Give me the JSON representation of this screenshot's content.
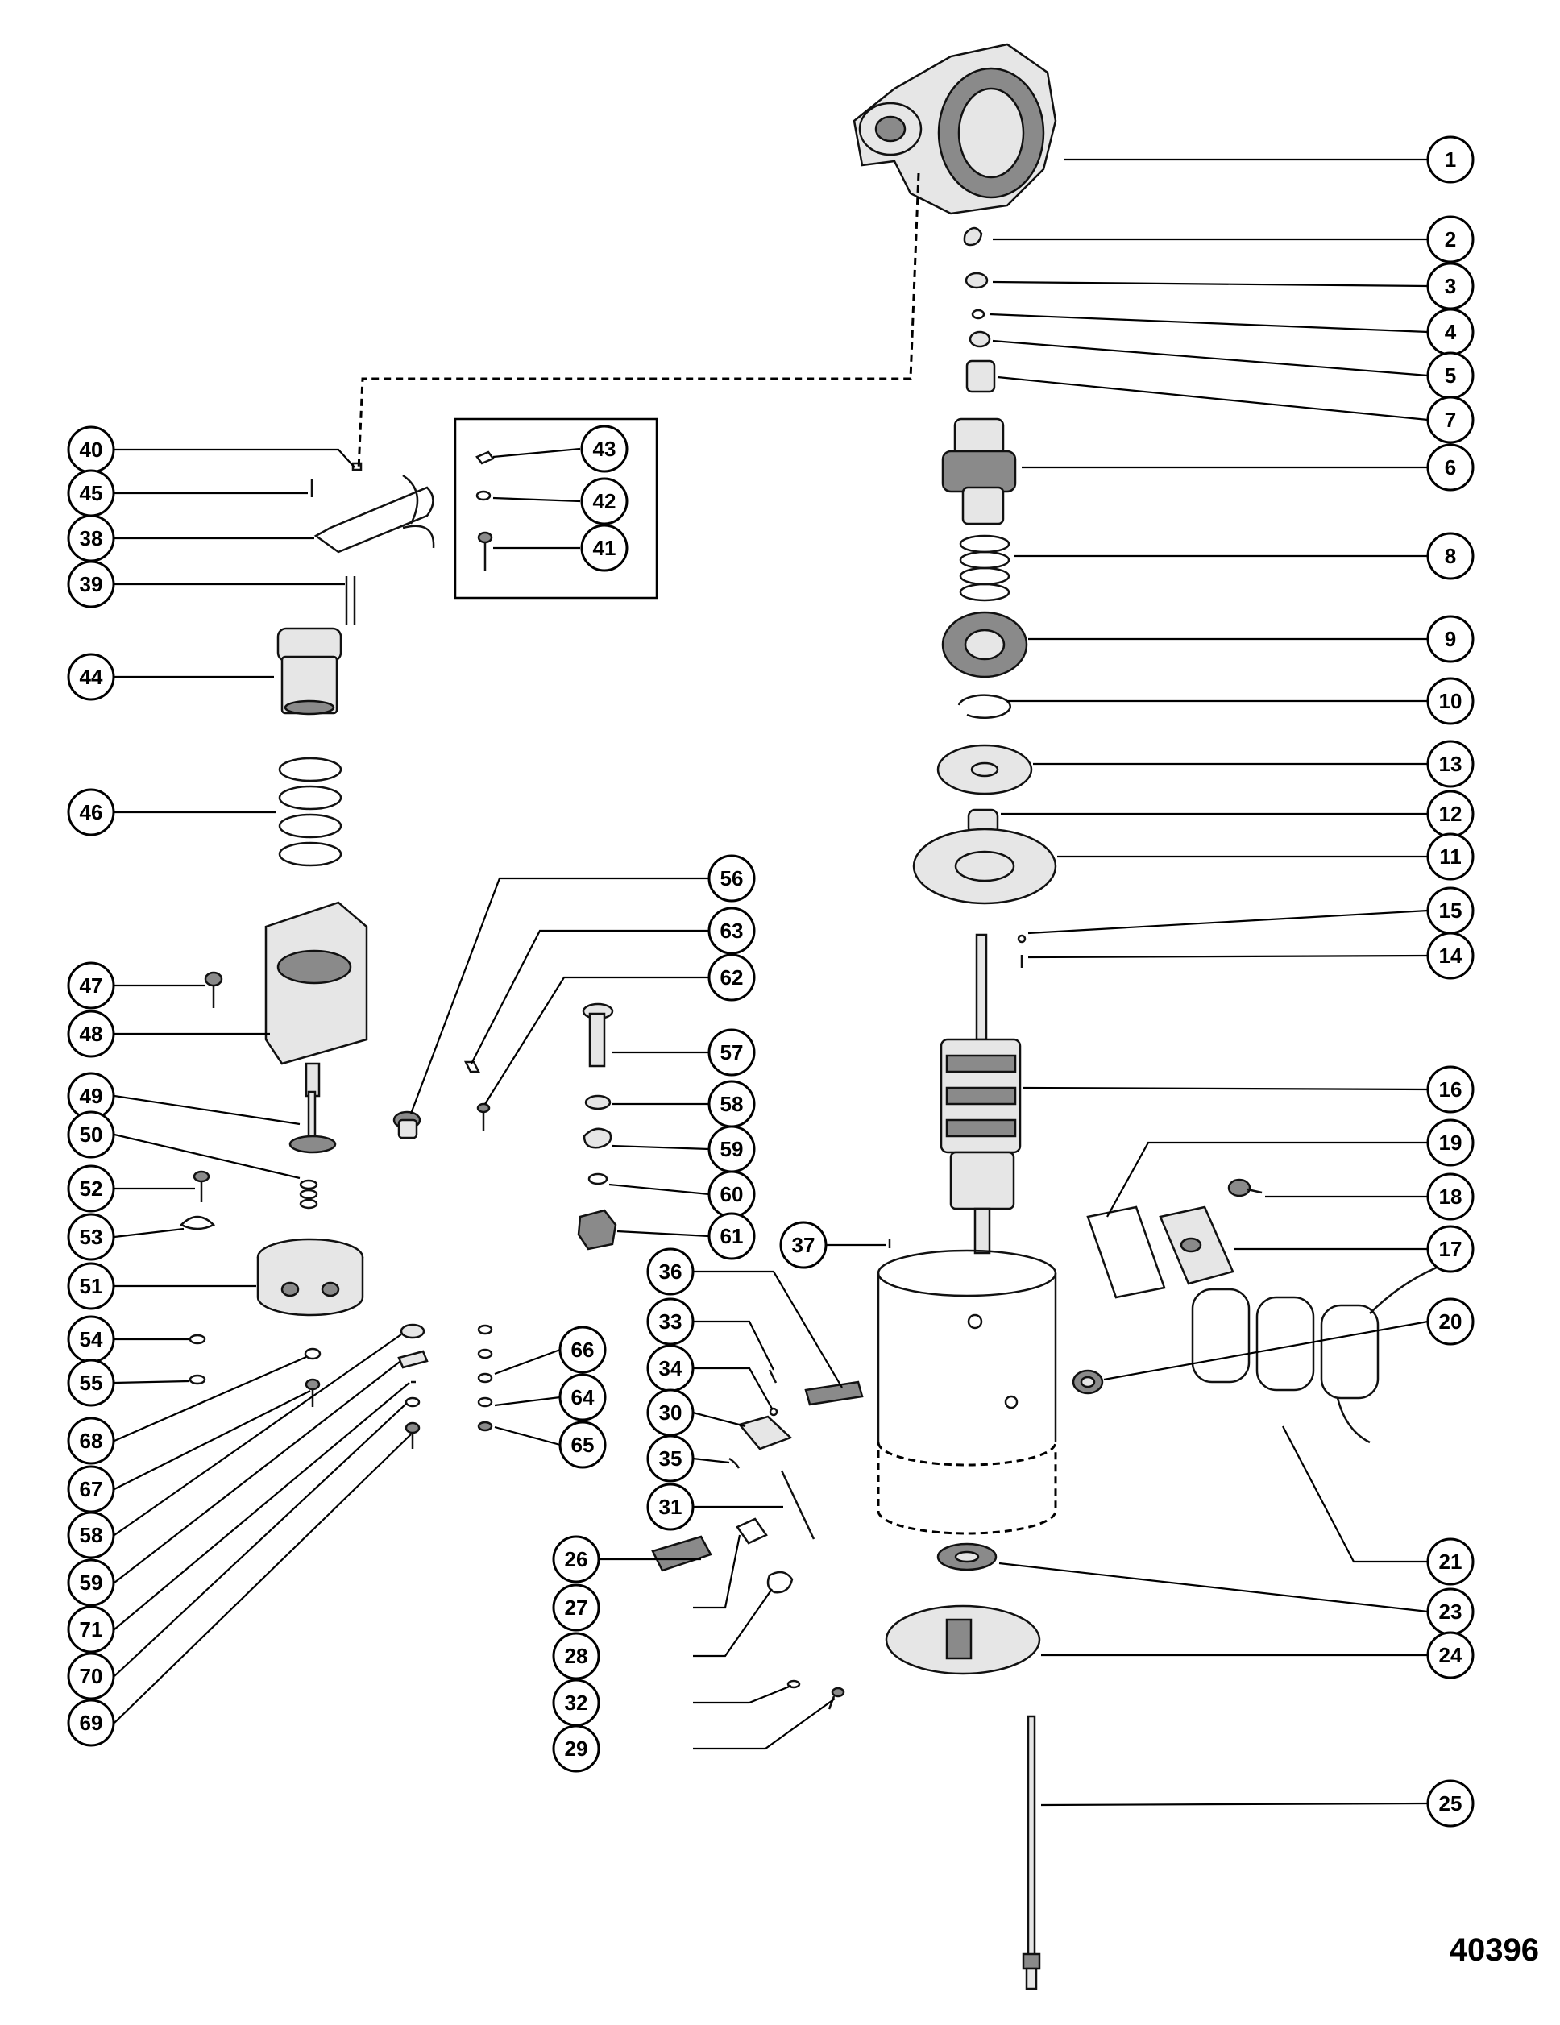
{
  "figure_number": "40396",
  "callouts": [
    {
      "label": "1"
    },
    {
      "label": "2"
    },
    {
      "label": "3"
    },
    {
      "label": "4"
    },
    {
      "label": "5"
    },
    {
      "label": "7"
    },
    {
      "label": "6"
    },
    {
      "label": "8"
    },
    {
      "label": "9"
    },
    {
      "label": "10"
    },
    {
      "label": "13"
    },
    {
      "label": "12"
    },
    {
      "label": "11"
    },
    {
      "label": "15"
    },
    {
      "label": "14"
    },
    {
      "label": "16"
    },
    {
      "label": "19"
    },
    {
      "label": "18"
    },
    {
      "label": "17"
    },
    {
      "label": "20"
    },
    {
      "label": "21"
    },
    {
      "label": "23"
    },
    {
      "label": "24"
    },
    {
      "label": "25"
    },
    {
      "label": "40"
    },
    {
      "label": "45"
    },
    {
      "label": "38"
    },
    {
      "label": "39"
    },
    {
      "label": "43"
    },
    {
      "label": "42"
    },
    {
      "label": "41"
    },
    {
      "label": "44"
    },
    {
      "label": "46"
    },
    {
      "label": "47"
    },
    {
      "label": "48"
    },
    {
      "label": "49"
    },
    {
      "label": "50"
    },
    {
      "label": "52"
    },
    {
      "label": "53"
    },
    {
      "label": "51"
    },
    {
      "label": "54"
    },
    {
      "label": "55"
    },
    {
      "label": "68"
    },
    {
      "label": "67"
    },
    {
      "label": "58"
    },
    {
      "label": "59"
    },
    {
      "label": "71"
    },
    {
      "label": "70"
    },
    {
      "label": "69"
    },
    {
      "label": "56"
    },
    {
      "label": "63"
    },
    {
      "label": "62"
    },
    {
      "label": "57"
    },
    {
      "label": "58"
    },
    {
      "label": "59"
    },
    {
      "label": "60"
    },
    {
      "label": "61"
    },
    {
      "label": "66"
    },
    {
      "label": "64"
    },
    {
      "label": "65"
    },
    {
      "label": "36"
    },
    {
      "label": "33"
    },
    {
      "label": "34"
    },
    {
      "label": "30"
    },
    {
      "label": "35"
    },
    {
      "label": "31"
    },
    {
      "label": "37"
    },
    {
      "label": "26"
    },
    {
      "label": "27"
    },
    {
      "label": "28"
    },
    {
      "label": "32"
    },
    {
      "label": "29"
    }
  ]
}
